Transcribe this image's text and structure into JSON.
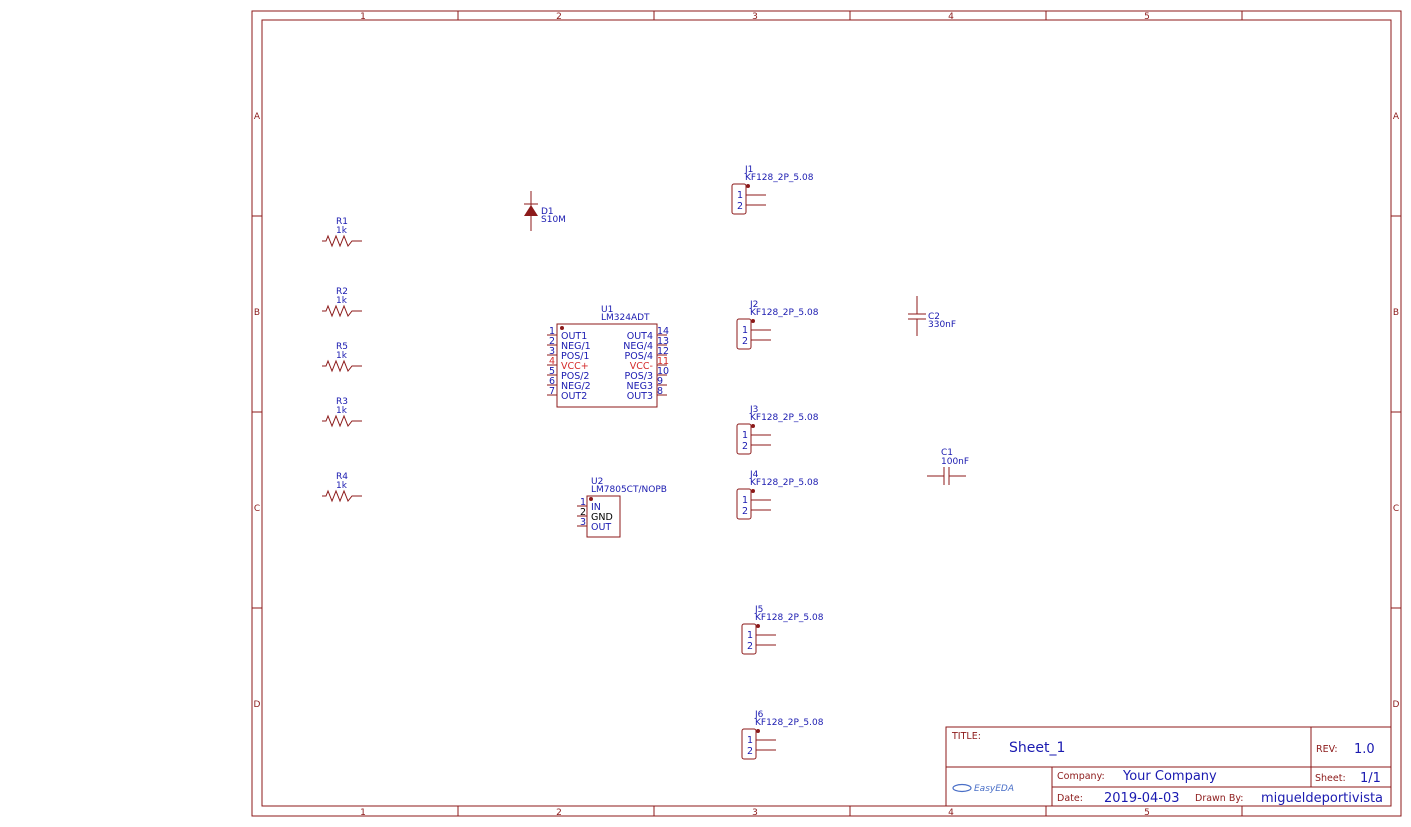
{
  "frame": {
    "cols": [
      "1",
      "2",
      "3",
      "4",
      "5"
    ],
    "rows": [
      "A",
      "B",
      "C",
      "D"
    ]
  },
  "resistors": [
    {
      "ref": "R1",
      "value": "1k"
    },
    {
      "ref": "R2",
      "value": "1k"
    },
    {
      "ref": "R5",
      "value": "1k"
    },
    {
      "ref": "R3",
      "value": "1k"
    },
    {
      "ref": "R4",
      "value": "1k"
    }
  ],
  "diode": {
    "ref": "D1",
    "value": "S10M"
  },
  "u1": {
    "ref": "U1",
    "value": "LM324ADT",
    "left_pins": [
      {
        "num": "1",
        "name": "OUT1"
      },
      {
        "num": "2",
        "name": "NEG/1"
      },
      {
        "num": "3",
        "name": "POS/1"
      },
      {
        "num": "4",
        "name": "VCC+"
      },
      {
        "num": "5",
        "name": "POS/2"
      },
      {
        "num": "6",
        "name": "NEG/2"
      },
      {
        "num": "7",
        "name": "OUT2"
      }
    ],
    "right_pins": [
      {
        "num": "14",
        "name": "OUT4"
      },
      {
        "num": "13",
        "name": "NEG/4"
      },
      {
        "num": "12",
        "name": "POS/4"
      },
      {
        "num": "11",
        "name": "VCC-"
      },
      {
        "num": "10",
        "name": "POS/3"
      },
      {
        "num": "9",
        "name": "NEG3"
      },
      {
        "num": "8",
        "name": "OUT3"
      }
    ]
  },
  "u2": {
    "ref": "U2",
    "value": "LM7805CT/NOPB",
    "pins": [
      {
        "num": "1",
        "name": "IN"
      },
      {
        "num": "2",
        "name": "GND"
      },
      {
        "num": "3",
        "name": "OUT"
      }
    ]
  },
  "connectors": [
    {
      "ref": "J1",
      "value": "KF128_2P_5.08",
      "p1": "1",
      "p2": "2"
    },
    {
      "ref": "J2",
      "value": "KF128_2P_5.08",
      "p1": "1",
      "p2": "2"
    },
    {
      "ref": "J3",
      "value": "KF128_2P_5.08",
      "p1": "1",
      "p2": "2"
    },
    {
      "ref": "J4",
      "value": "KF128_2P_5.08",
      "p1": "1",
      "p2": "2"
    },
    {
      "ref": "J5",
      "value": "KF128_2P_5.08",
      "p1": "1",
      "p2": "2"
    },
    {
      "ref": "J6",
      "value": "KF128_2P_5.08",
      "p1": "1",
      "p2": "2"
    }
  ],
  "capacitors": [
    {
      "ref": "C2",
      "value": "330nF"
    },
    {
      "ref": "C1",
      "value": "100nF"
    }
  ],
  "title_block": {
    "title_label": "TITLE:",
    "title": "Sheet_1",
    "rev_label": "REV:",
    "rev": "1.0",
    "company_label": "Company:",
    "company": "Your Company",
    "sheet_label": "Sheet:",
    "sheet": "1/1",
    "date_label": "Date:",
    "date": "2019-04-03",
    "drawn_by_label": "Drawn By:",
    "drawn_by": "migueldeportivista",
    "logo": "EasyEDA"
  }
}
